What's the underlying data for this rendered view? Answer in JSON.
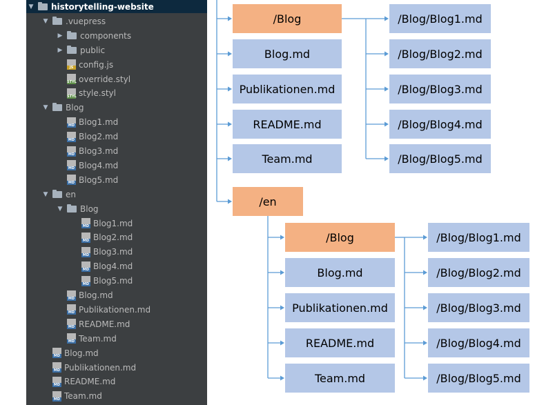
{
  "tree": {
    "root": "historytelling-website",
    "items": [
      {
        "label": "historytelling-website",
        "type": "folder",
        "depth": 0,
        "expanded": true,
        "selected": true
      },
      {
        "label": ".vuepress",
        "type": "folder",
        "depth": 1,
        "expanded": true
      },
      {
        "label": "components",
        "type": "folder",
        "depth": 2,
        "expanded": false
      },
      {
        "label": "public",
        "type": "folder",
        "depth": 2,
        "expanded": false
      },
      {
        "label": "config.js",
        "type": "file",
        "kind": "js",
        "icon_tag": "JS",
        "depth": 2
      },
      {
        "label": "override.styl",
        "type": "file",
        "kind": "styl",
        "icon_tag": "STYL",
        "depth": 2
      },
      {
        "label": "style.styl",
        "type": "file",
        "kind": "styl",
        "icon_tag": "STYL",
        "depth": 2
      },
      {
        "label": "Blog",
        "type": "folder",
        "depth": 1,
        "expanded": true
      },
      {
        "label": "Blog1.md",
        "type": "file",
        "kind": "md",
        "icon_tag": "MD",
        "depth": 2
      },
      {
        "label": "Blog2.md",
        "type": "file",
        "kind": "md",
        "icon_tag": "MD",
        "depth": 2
      },
      {
        "label": "Blog3.md",
        "type": "file",
        "kind": "md",
        "icon_tag": "MD",
        "depth": 2
      },
      {
        "label": "Blog4.md",
        "type": "file",
        "kind": "md",
        "icon_tag": "MD",
        "depth": 2
      },
      {
        "label": "Blog5.md",
        "type": "file",
        "kind": "md",
        "icon_tag": "MD",
        "depth": 2
      },
      {
        "label": "en",
        "type": "folder",
        "depth": 1,
        "expanded": true
      },
      {
        "label": "Blog",
        "type": "folder",
        "depth": 2,
        "expanded": true
      },
      {
        "label": "Blog1.md",
        "type": "file",
        "kind": "md",
        "icon_tag": "MD",
        "depth": 3
      },
      {
        "label": "Blog2.md",
        "type": "file",
        "kind": "md",
        "icon_tag": "MD",
        "depth": 3
      },
      {
        "label": "Blog3.md",
        "type": "file",
        "kind": "md",
        "icon_tag": "MD",
        "depth": 3
      },
      {
        "label": "Blog4.md",
        "type": "file",
        "kind": "md",
        "icon_tag": "MD",
        "depth": 3
      },
      {
        "label": "Blog5.md",
        "type": "file",
        "kind": "md",
        "icon_tag": "MD",
        "depth": 3
      },
      {
        "label": "Blog.md",
        "type": "file",
        "kind": "md",
        "icon_tag": "MD",
        "depth": 2
      },
      {
        "label": "Publikationen.md",
        "type": "file",
        "kind": "md",
        "icon_tag": "MD",
        "depth": 2
      },
      {
        "label": "README.md",
        "type": "file",
        "kind": "md",
        "icon_tag": "MD",
        "depth": 2
      },
      {
        "label": "Team.md",
        "type": "file",
        "kind": "md",
        "icon_tag": "MD",
        "depth": 2
      },
      {
        "label": "Blog.md",
        "type": "file",
        "kind": "md",
        "icon_tag": "MD",
        "depth": 1
      },
      {
        "label": "Publikationen.md",
        "type": "file",
        "kind": "md",
        "icon_tag": "MD",
        "depth": 1
      },
      {
        "label": "README.md",
        "type": "file",
        "kind": "md",
        "icon_tag": "MD",
        "depth": 1
      },
      {
        "label": "Team.md",
        "type": "file",
        "kind": "md",
        "icon_tag": "MD",
        "depth": 1
      }
    ]
  },
  "diagram": {
    "colors": {
      "folder_node": "#f4b183",
      "file_node": "#b4c7e7",
      "connector": "#5b9bd5"
    },
    "top_level": {
      "blog_folder": "/Blog",
      "files": [
        "Blog.md",
        "Publikationen.md",
        "README.md",
        "Team.md"
      ],
      "blog_posts": [
        "/Blog/Blog1.md",
        "/Blog/Blog2.md",
        "/Blog/Blog3.md",
        "/Blog/Blog4.md",
        "/Blog/Blog5.md"
      ]
    },
    "en": {
      "folder": "/en",
      "blog_folder": "/Blog",
      "files": [
        "Blog.md",
        "Publikationen.md",
        "README.md",
        "Team.md"
      ],
      "blog_posts": [
        "/Blog/Blog1.md",
        "/Blog/Blog2.md",
        "/Blog/Blog3.md",
        "/Blog/Blog4.md",
        "/Blog/Blog5.md"
      ]
    }
  }
}
